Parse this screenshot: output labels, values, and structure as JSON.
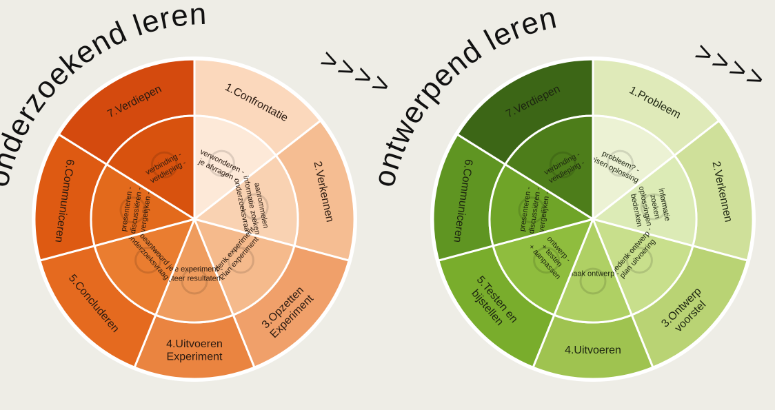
{
  "wheels": [
    {
      "title_words": [
        "onderzoekend",
        "leren"
      ],
      "arrows": ">>>>",
      "colors": {
        "outer": [
          "#fbd8bc",
          "#f5bd92",
          "#f0a06a",
          "#ea8440",
          "#e56a1f",
          "#de5a12",
          "#d44a0e"
        ],
        "inner": [
          "#fde9d8",
          "#f9d2b2",
          "#f5ba8c",
          "#ef9c5e",
          "#ea7d30",
          "#e36a1c",
          "#d8520e"
        ],
        "ink": "#2a1a10"
      },
      "sectors": [
        {
          "label": "1.Confrontatie",
          "items": [
            "verwonderen -",
            "je afvragen -"
          ]
        },
        {
          "label": "2.Verkennen",
          "items": [
            "aanrommelen",
            "informatie zoeken -",
            "onderzoeksvraag -"
          ]
        },
        {
          "label": "3.Opzetten Experiment",
          "items": [
            "bedenk experiment",
            "Plan experiment"
          ]
        },
        {
          "label": "4.Uitvoeren Experiment",
          "items": [
            "doe experiment -",
            "noteer resultaten -"
          ]
        },
        {
          "label": "5.Concluderen",
          "items": [
            "beantwoord je",
            "onderzoeksvraag -"
          ]
        },
        {
          "label": "6.Communiceren",
          "items": [
            "presenteren -",
            "discussiëren -",
            "vergelijken -"
          ]
        },
        {
          "label": "7.Verdiepen",
          "items": [
            "verbinding -",
            "verdieping -"
          ]
        }
      ]
    },
    {
      "title_words": [
        "ontwerpend",
        "leren"
      ],
      "arrows": ">>>>",
      "colors": {
        "outer": [
          "#dfeab9",
          "#cfe09a",
          "#b9d374",
          "#9fc350",
          "#79ad2c",
          "#5f9522",
          "#3c6616"
        ],
        "inner": [
          "#ecf2d4",
          "#dcebb6",
          "#c8df8c",
          "#afd064",
          "#8fbd3e",
          "#6fa428",
          "#4d7d1a"
        ],
        "ink": "#1c2410"
      },
      "sectors": [
        {
          "label": "1.Probleem",
          "items": [
            "probleem? -",
            "eisen oplossing -"
          ]
        },
        {
          "label": "2.Verkennen",
          "items": [
            "informatie",
            "zoeken",
            "oplossingen -",
            "bedenken"
          ]
        },
        {
          "label": "3.Ontwerp voorstel",
          "items": [
            "bedenk ontwerp",
            "plan uitvoering"
          ]
        },
        {
          "label": "4.Uitvoeren",
          "items": [
            "maak ontwerp -"
          ]
        },
        {
          "label": "5.Testen en bijstellen",
          "items": [
            "ontwerp -",
            "+ testen",
            "+ aanpassen"
          ]
        },
        {
          "label": "6.Communiceren",
          "items": [
            "presenteren -",
            "discussiëren -",
            "vergelijken -"
          ]
        },
        {
          "label": "7.Verdiepen",
          "items": [
            "verbinding -",
            "verdieping -"
          ]
        }
      ]
    }
  ]
}
